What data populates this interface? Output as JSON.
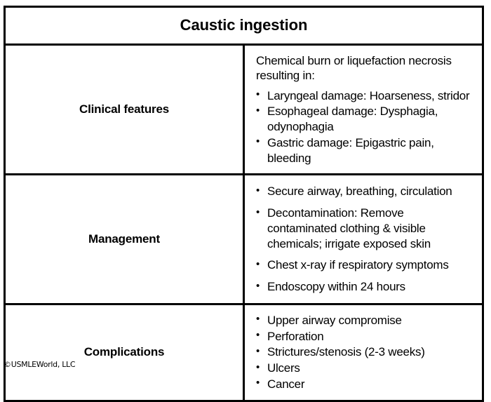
{
  "table": {
    "title": "Caustic ingestion",
    "rows": [
      {
        "label": "Clinical features",
        "intro": "Chemical burn or liquefaction necrosis resulting in:",
        "bullets": [
          "Laryngeal damage:  Hoarseness, stridor",
          "Esophageal damage:  Dysphagia, odynophagia",
          "Gastric damage:  Epigastric pain, bleeding"
        ]
      },
      {
        "label": "Management",
        "intro": "",
        "bullets": [
          "Secure airway, breathing, circulation",
          "Decontamination:  Remove contaminated clothing & visible chemicals; irrigate exposed skin",
          "Chest x-ray if respiratory symptoms",
          "Endoscopy within 24 hours"
        ]
      },
      {
        "label": "Complications",
        "intro": "",
        "bullets": [
          "Upper airway compromise",
          "Perforation",
          "Strictures/stenosis (2-3 weeks)",
          "Ulcers",
          "Cancer"
        ]
      }
    ]
  },
  "footer": {
    "copyright": "©USMLEWorld, LLC"
  },
  "colors": {
    "border": "#000000",
    "text": "#000000",
    "background": "#ffffff"
  }
}
